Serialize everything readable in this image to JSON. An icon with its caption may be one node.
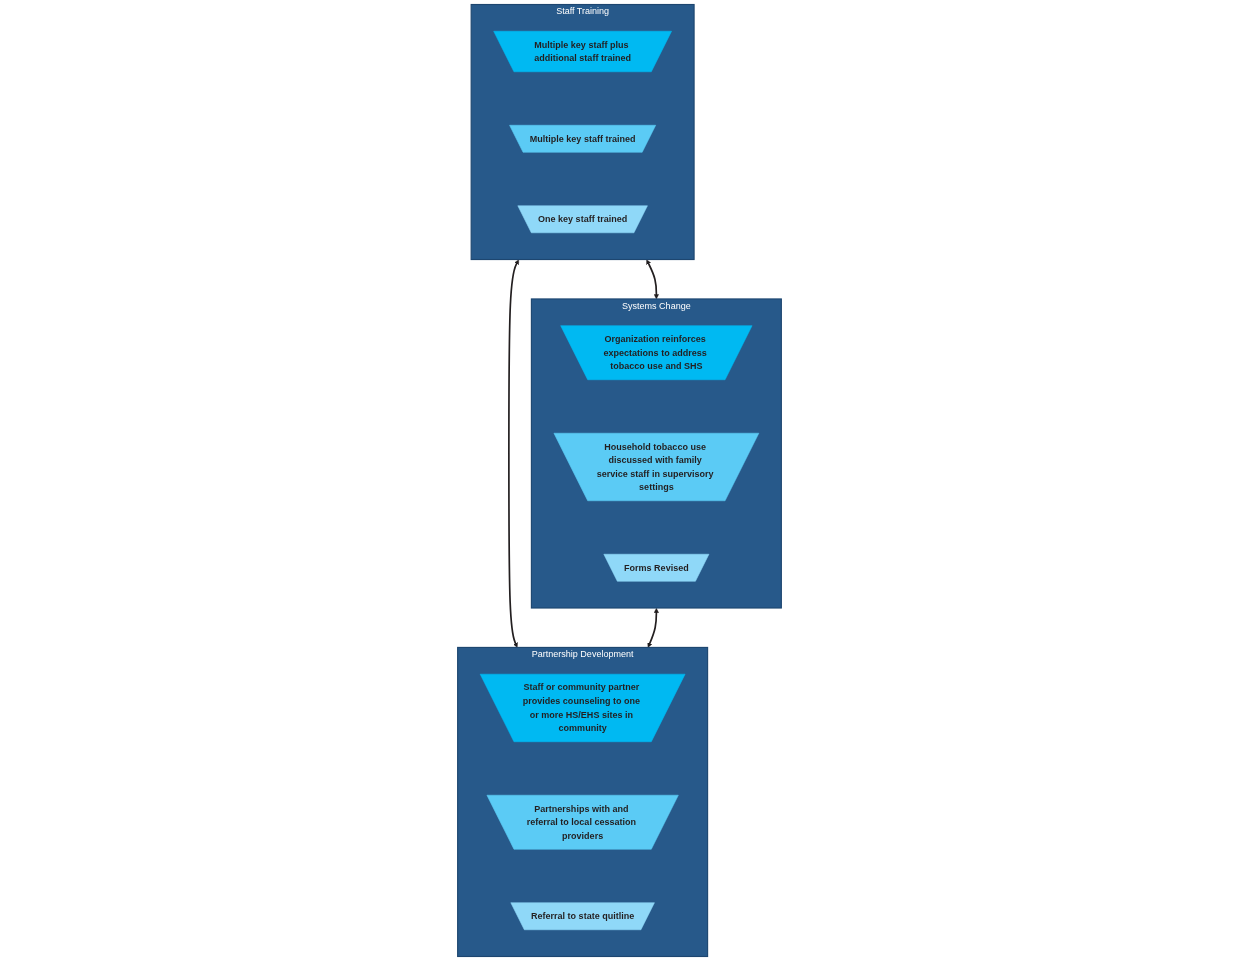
{
  "diagram": {
    "nodes": [
      {
        "text": [
          "Staff Training"
        ]
      },
      {
        "text": [
          "Multiple key staff plus additional staff trained"
        ],
        "in": 0
      },
      {
        "text": [
          "Multiple key staff trained"
        ],
        "in": 0
      },
      {
        "text": [
          "One key staff trained"
        ],
        "in": 0
      },
      {
        "text": [
          "Systems Change"
        ]
      },
      {
        "text": [
          "Organization reinforces expectations to address tobacco use and SHS"
        ],
        "in": 4
      },
      {
        "text": [
          "Household tobacco use discussed with family service staff in supervisory settings"
        ],
        "in": 4
      },
      {
        "text": [
          "Forms Revised"
        ],
        "in": 4
      },
      {
        "text": [
          "Partnership Development"
        ]
      },
      {
        "text": [
          "Staff or community partner provides counseling to one or more HS/EHS sites in community"
        ],
        "in": 8
      },
      {
        "text": [
          "Partnerships with and referral to local cessation providers"
        ],
        "in": 8
      },
      {
        "text": [
          "Referral to state quitline"
        ],
        "in": 8
      }
    ],
    "edges": [
      {
        "from": 0,
        "to": 4,
        "arrow": "both"
      },
      {
        "from": 0,
        "to": 8,
        "arrow": "both"
      },
      {
        "from": 4,
        "to": 8,
        "arrow": "both"
      }
    ]
  }
}
